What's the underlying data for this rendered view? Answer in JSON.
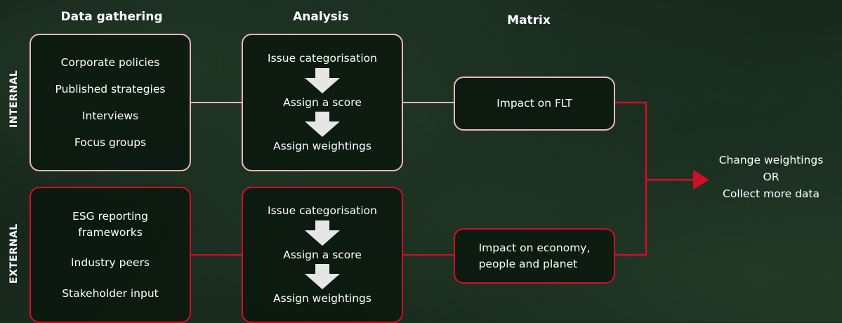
{
  "headers": {
    "data_gathering": "Data gathering",
    "analysis": "Analysis",
    "matrix": "Matrix"
  },
  "side_labels": {
    "internal": "INTERNAL",
    "external": "EXTERNAL"
  },
  "internal": {
    "data_items": [
      "Corporate policies",
      "Published strategies",
      "Interviews",
      "Focus groups"
    ],
    "analysis_steps": [
      "Issue categorisation",
      "Assign a score",
      "Assign weightings"
    ],
    "matrix_label": "Impact on FLT"
  },
  "external": {
    "data_items": [
      "ESG reporting\nframeworks",
      "Industry peers",
      "Stakeholder input"
    ],
    "analysis_steps": [
      "Issue categorisation",
      "Assign a score",
      "Assign weightings"
    ],
    "matrix_label": "Impact on economy,\npeople and planet"
  },
  "outcome": {
    "line1": "Change weightings",
    "line2": "OR",
    "line3": "Collect more data"
  },
  "colors": {
    "internal_border": "#f0b5c0",
    "external_border": "#d10d2a",
    "arrow_fill": "#e6e6e6",
    "outcome_arrow": "#d10d2a"
  }
}
